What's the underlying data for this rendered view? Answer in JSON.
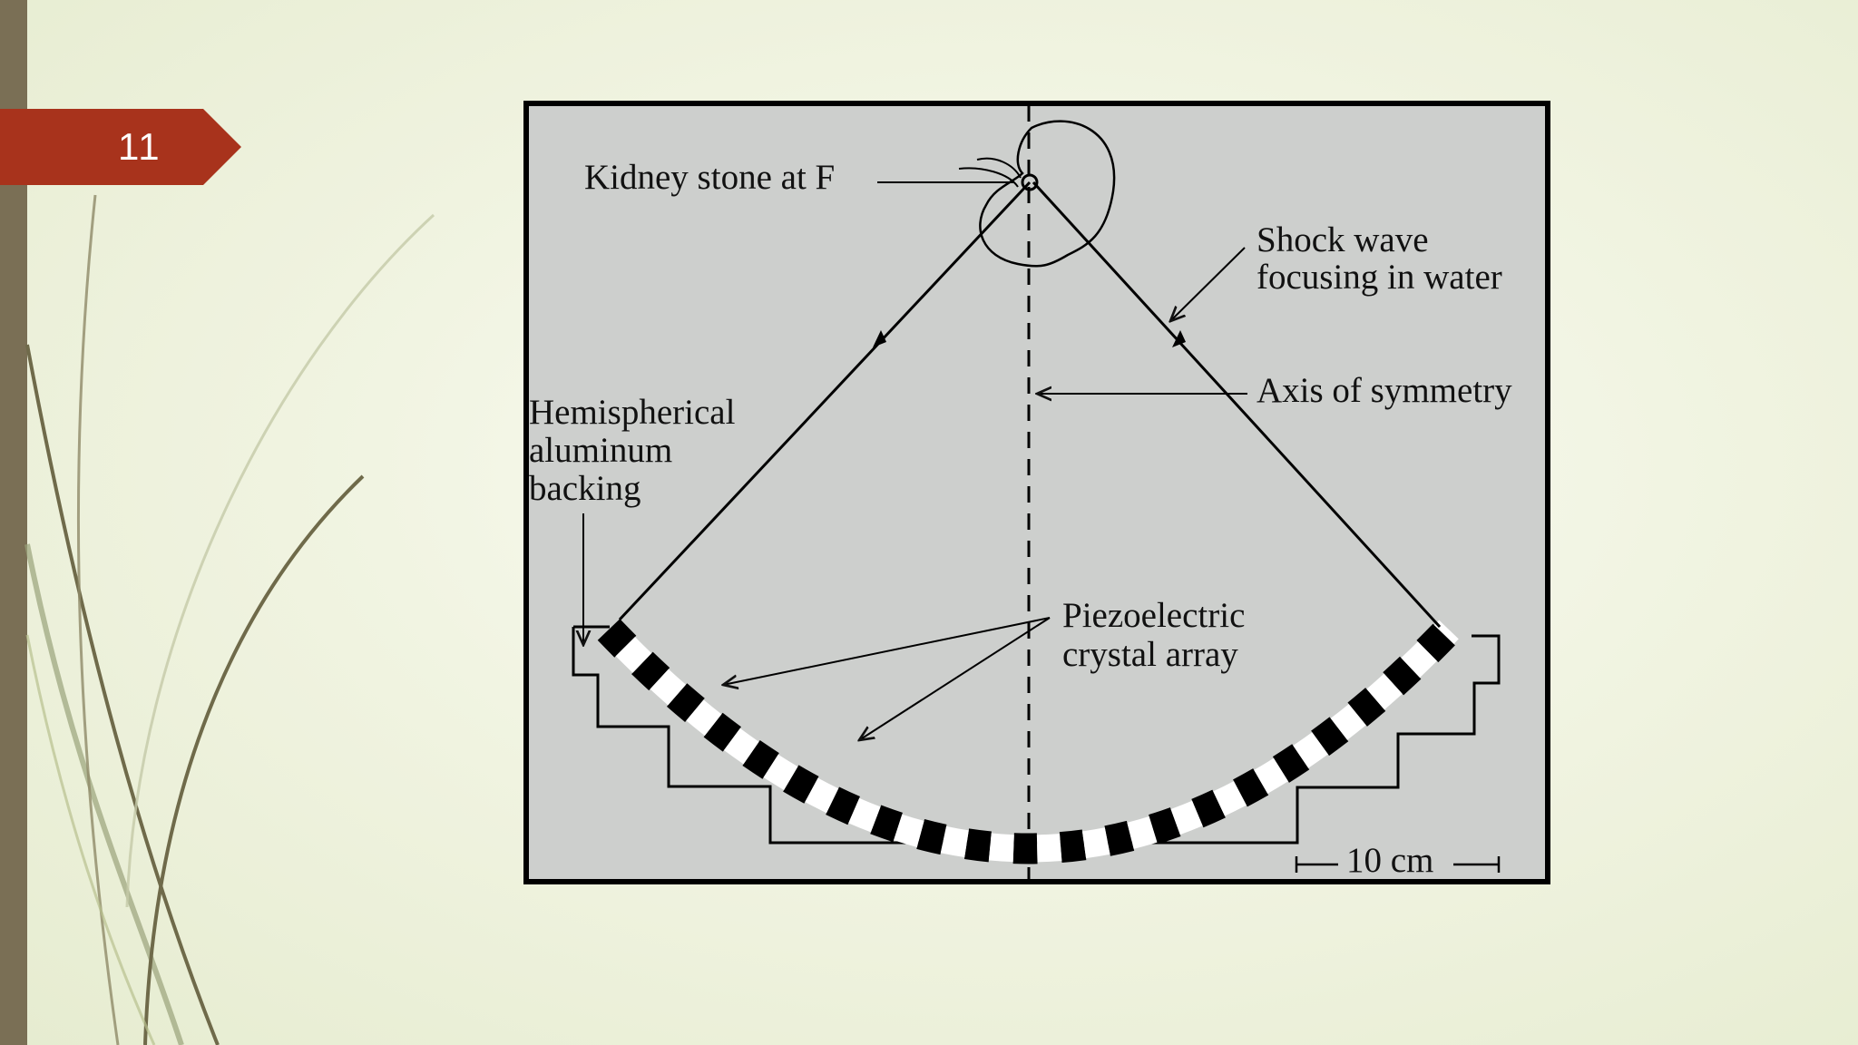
{
  "slide": {
    "number": "11"
  },
  "figure": {
    "labels": {
      "kidney_stone": "Kidney stone at F",
      "shock_wave_line1": "Shock wave",
      "shock_wave_line2": "focusing in water",
      "axis": "Axis of symmetry",
      "backing_line1": "Hemispherical",
      "backing_line2": "aluminum",
      "backing_line3": "backing",
      "piezo_line1": "Piezoelectric",
      "piezo_line2": "crystal array",
      "scale": "10 cm"
    }
  }
}
